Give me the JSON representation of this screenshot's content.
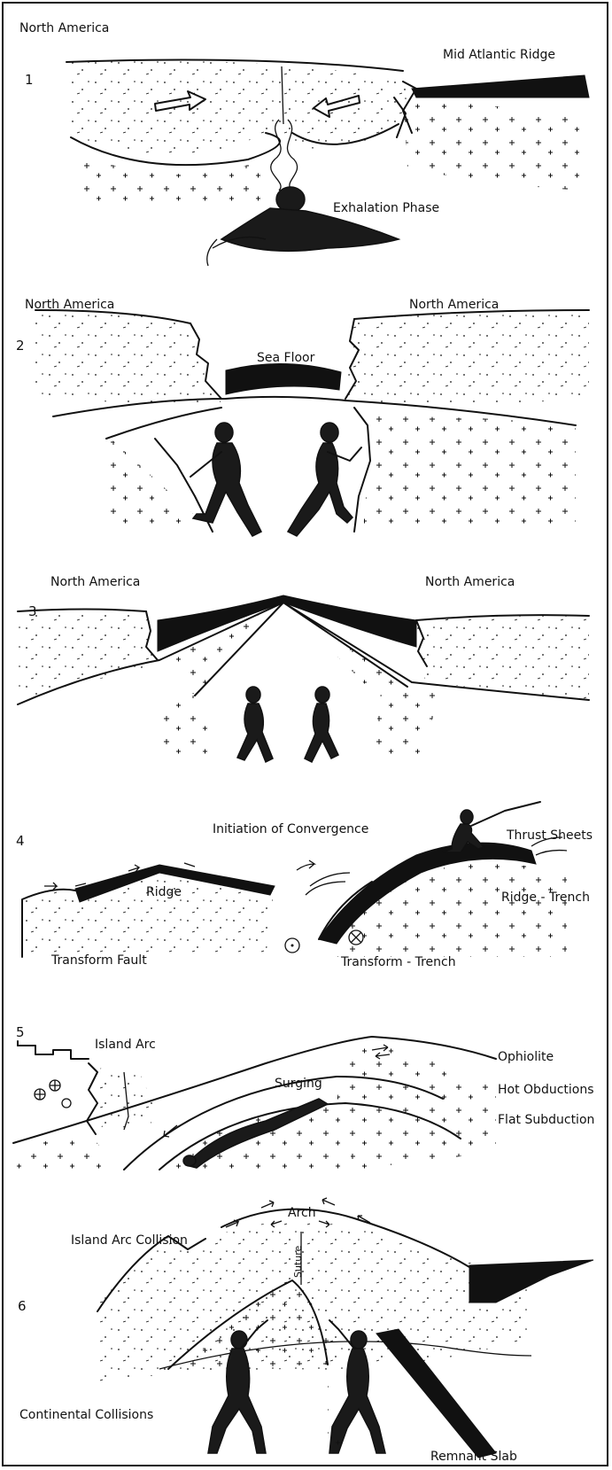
{
  "panels": [
    {
      "number": "1",
      "labels": {
        "top_left": "North America",
        "ridge": "Mid Atlantic Ridge",
        "phase": "Exhalation Phase"
      }
    },
    {
      "number": "2",
      "labels": {
        "left": "North America",
        "right": "North America",
        "center": "Sea Floor"
      }
    },
    {
      "number": "3",
      "labels": {
        "left": "North America",
        "right": "North America"
      }
    },
    {
      "number": "4",
      "labels": {
        "title": "Initiation of Convergence",
        "thrust": "Thrust Sheets",
        "ridge": "Ridge",
        "ridge_trench": "Ridge - Trench",
        "transform_fault": "Transform Fault",
        "transform_trench": "Transform - Trench"
      }
    },
    {
      "number": "5",
      "labels": {
        "island_arc": "Island Arc",
        "ophiolite": "Ophiolite",
        "hot": "Hot Obductions",
        "flat": "Flat Subduction",
        "surging": "Surging"
      }
    },
    {
      "number": "6",
      "labels": {
        "arch": "Arch",
        "suture": "Suture",
        "arc_collision": "Island Arc Collision",
        "continental": "Continental Collisions",
        "slab": "Remnant Slab"
      }
    }
  ]
}
